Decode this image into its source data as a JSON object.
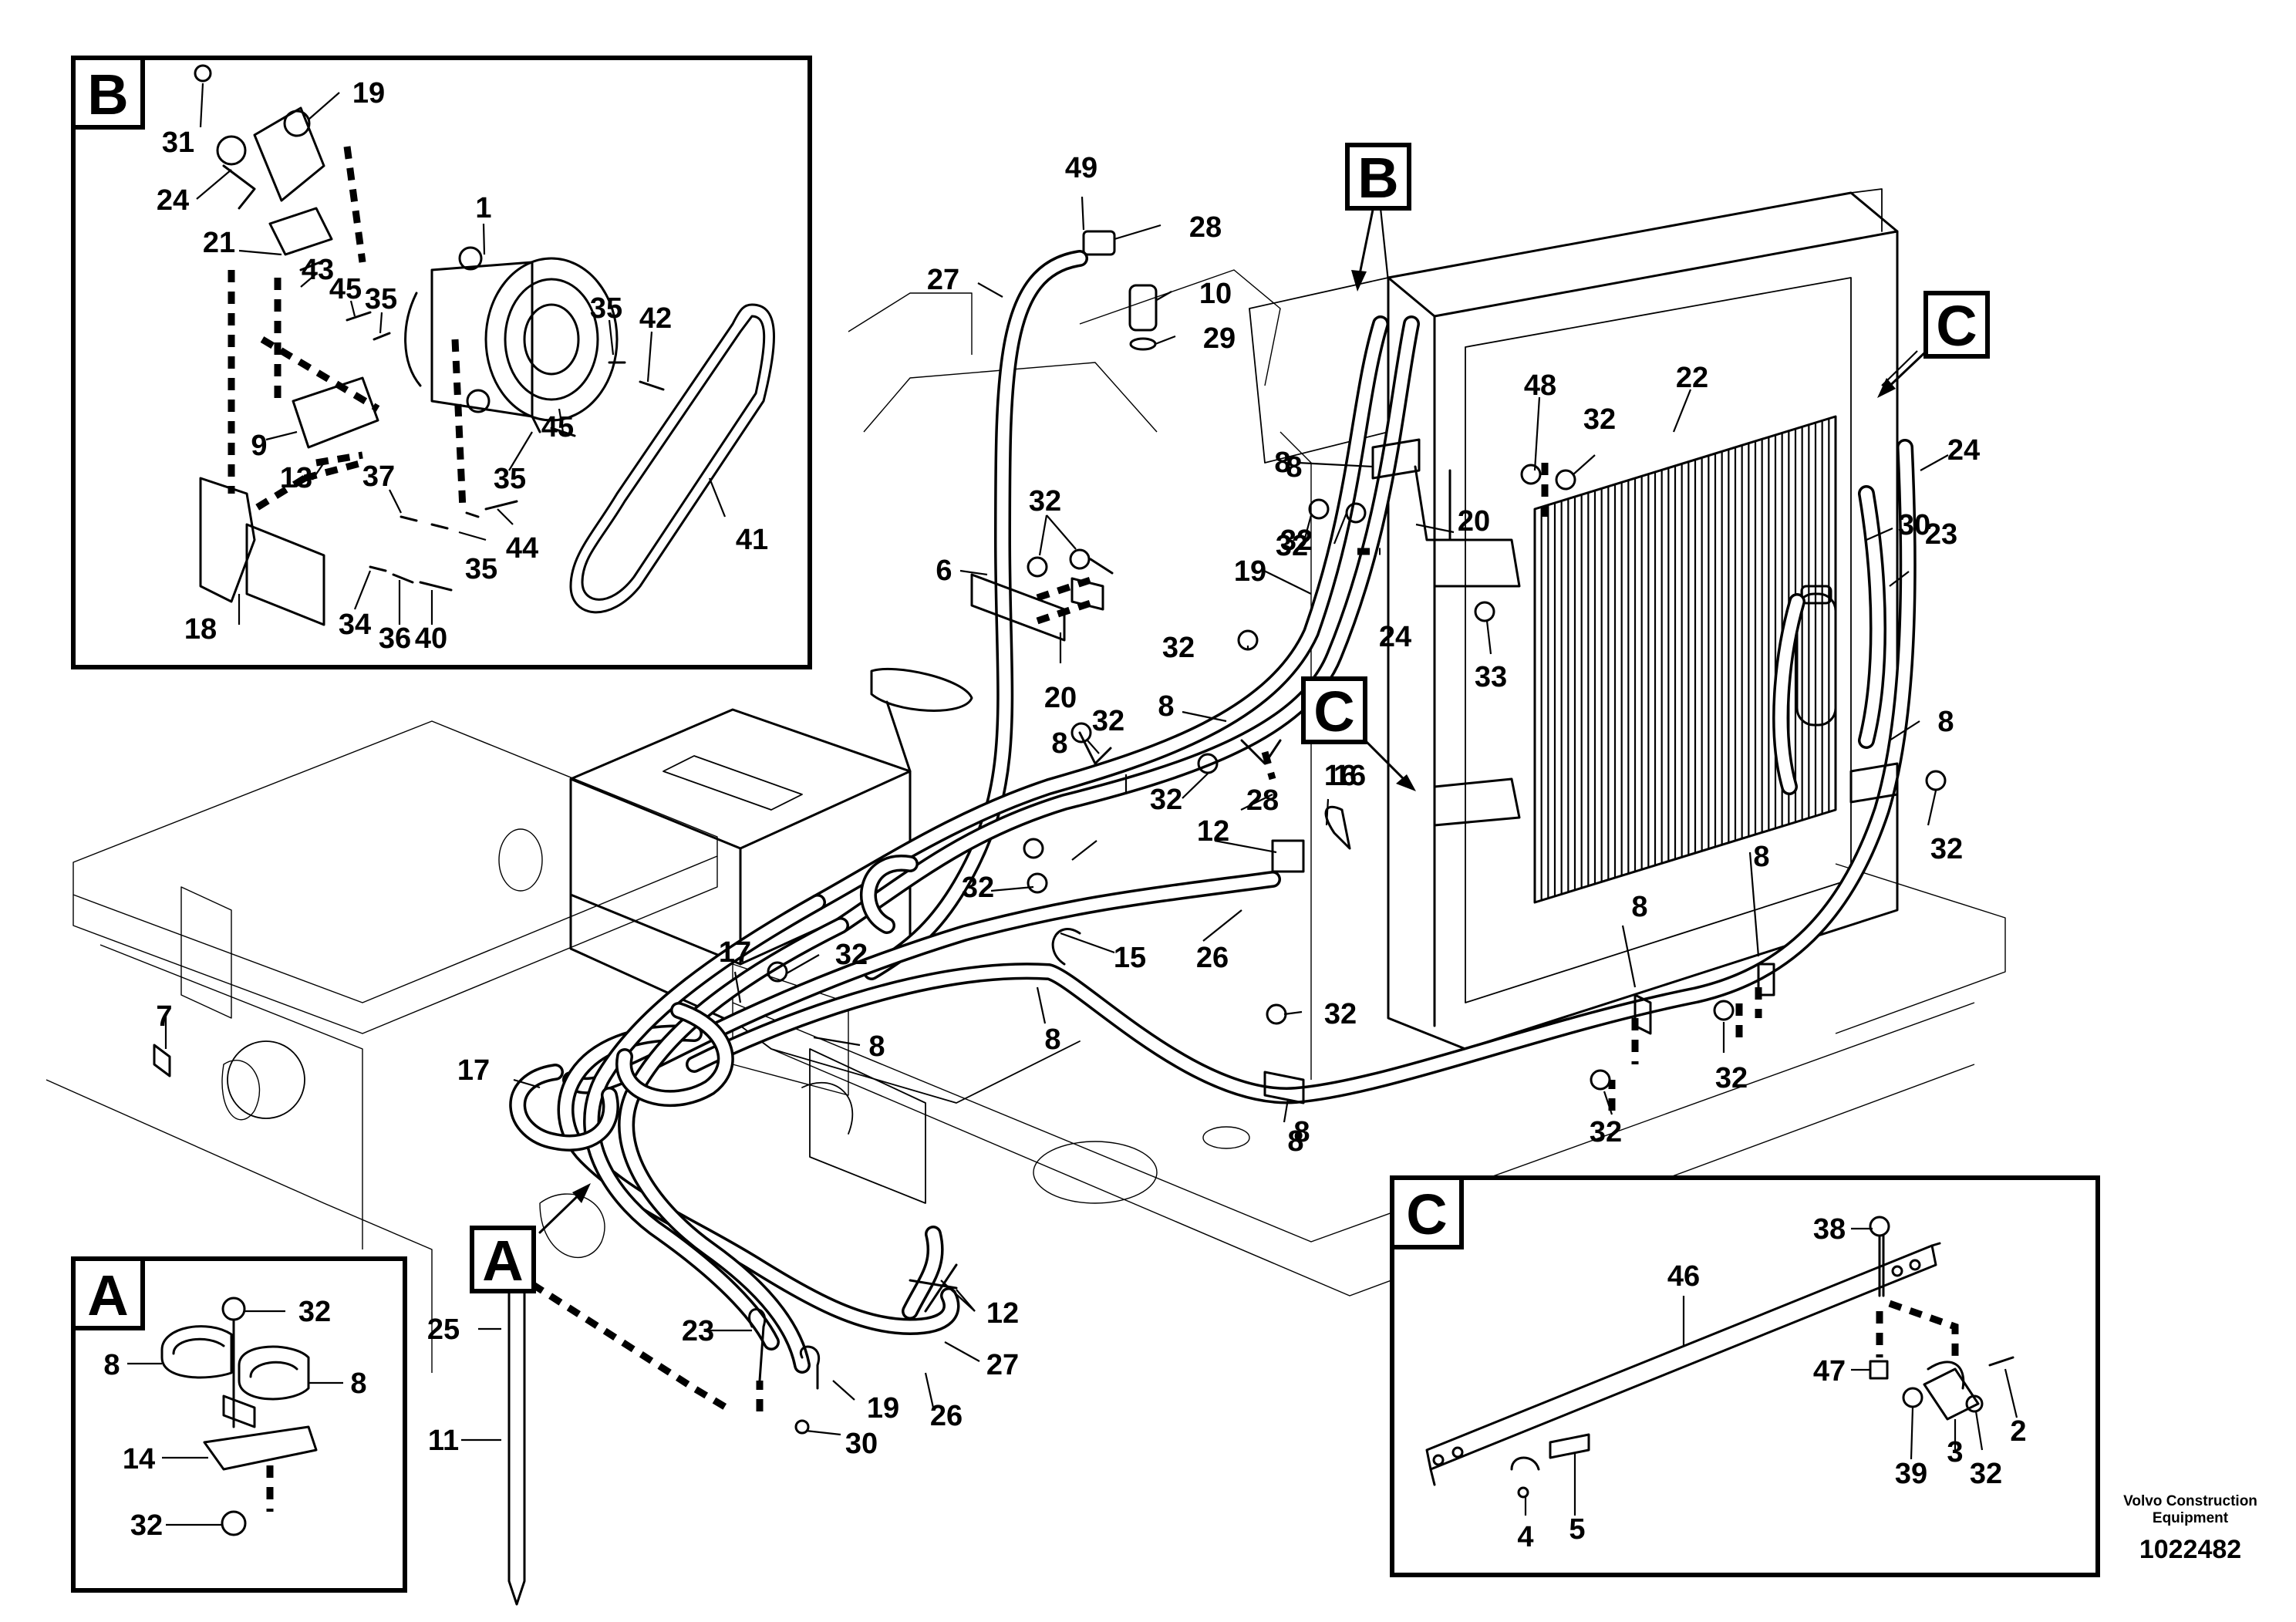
{
  "diagram": {
    "brand_footer": "Volvo Construction\nEquipment",
    "drawing_number": "1022482",
    "view_labels": {
      "A": "A",
      "B": "B",
      "C": "C"
    },
    "callouts_main": [
      "49",
      "28",
      "10",
      "29",
      "27",
      "32",
      "6",
      "20",
      "8",
      "32",
      "19",
      "24",
      "B",
      "C",
      "22",
      "48",
      "32",
      "24",
      "30",
      "23",
      "20",
      "33",
      "32",
      "8",
      "32",
      "8",
      "16",
      "28",
      "32",
      "12",
      "16",
      "8",
      "32",
      "15",
      "26",
      "32",
      "17",
      "8",
      "8",
      "32",
      "17",
      "7",
      "8",
      "8",
      "32",
      "32",
      "32",
      "A",
      "25",
      "23",
      "11",
      "19",
      "30",
      "26",
      "12",
      "27",
      "8",
      "32",
      "8",
      "8"
    ],
    "callouts_detail_B": [
      "31",
      "19",
      "24",
      "1",
      "21",
      "43",
      "45",
      "35",
      "35",
      "42",
      "9",
      "13",
      "37",
      "35",
      "44",
      "35",
      "45",
      "18",
      "34",
      "36",
      "40",
      "41"
    ],
    "callouts_detail_A": [
      "32",
      "8",
      "8",
      "14",
      "32"
    ],
    "callouts_detail_C": [
      "38",
      "46",
      "47",
      "2",
      "3",
      "32",
      "39",
      "4",
      "5"
    ]
  }
}
